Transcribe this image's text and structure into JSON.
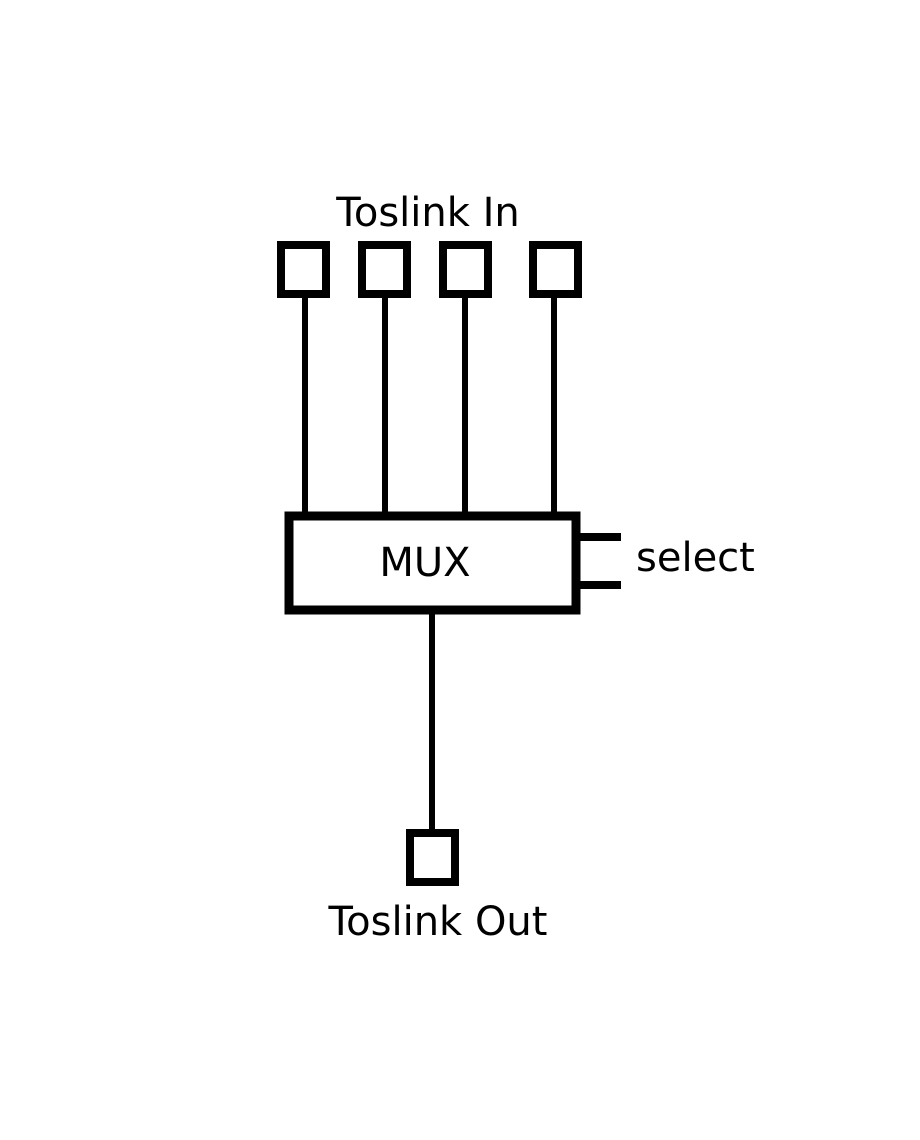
{
  "diagram": {
    "input_label": "Toslink In",
    "mux_label": "MUX",
    "select_label": "select",
    "output_label": "Toslink Out",
    "input_port_count": 4,
    "select_line_count": 2,
    "stroke_color": "#000000",
    "background_color": "#ffffff"
  }
}
